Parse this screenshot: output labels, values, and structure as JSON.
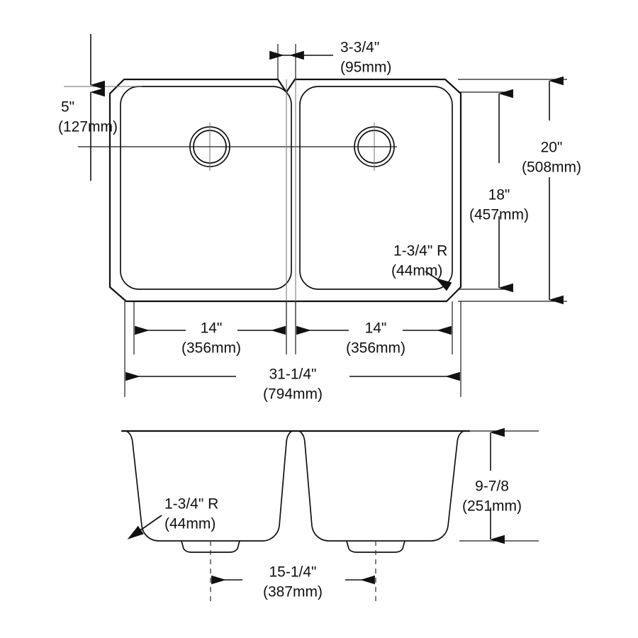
{
  "drawing": {
    "title": "Double bowl undermount sink dimensional drawing",
    "line_color": "#111111",
    "centerline_color": "#7d7d7d",
    "background": "#ffffff",
    "views": {
      "top": {
        "label": "top-view"
      },
      "front": {
        "label": "front-section-view"
      }
    }
  },
  "dimensions": {
    "divider_width": {
      "imperial": "3-3/4\"",
      "metric": "(95mm)"
    },
    "drain_from_rear": {
      "imperial": "5\"",
      "metric": "(127mm)"
    },
    "overall_depth": {
      "imperial": "20\"",
      "metric": "(508mm)"
    },
    "bowl_depth": {
      "imperial": "18\"",
      "metric": "(457mm)"
    },
    "corner_radius_top": {
      "imperial": "1-3/4\" R",
      "metric": "(44mm)"
    },
    "left_bowl_width": {
      "imperial": "14\"",
      "metric": "(356mm)"
    },
    "right_bowl_width": {
      "imperial": "14\"",
      "metric": "(356mm)"
    },
    "overall_width": {
      "imperial": "31-1/4\"",
      "metric": "(794mm)"
    },
    "corner_radius_front": {
      "imperial": "1-3/4\" R",
      "metric": "(44mm)"
    },
    "bowl_height": {
      "imperial": "9-7/8",
      "metric": "(251mm)"
    },
    "drain_spacing": {
      "imperial": "15-1/4\"",
      "metric": "(387mm)"
    }
  }
}
